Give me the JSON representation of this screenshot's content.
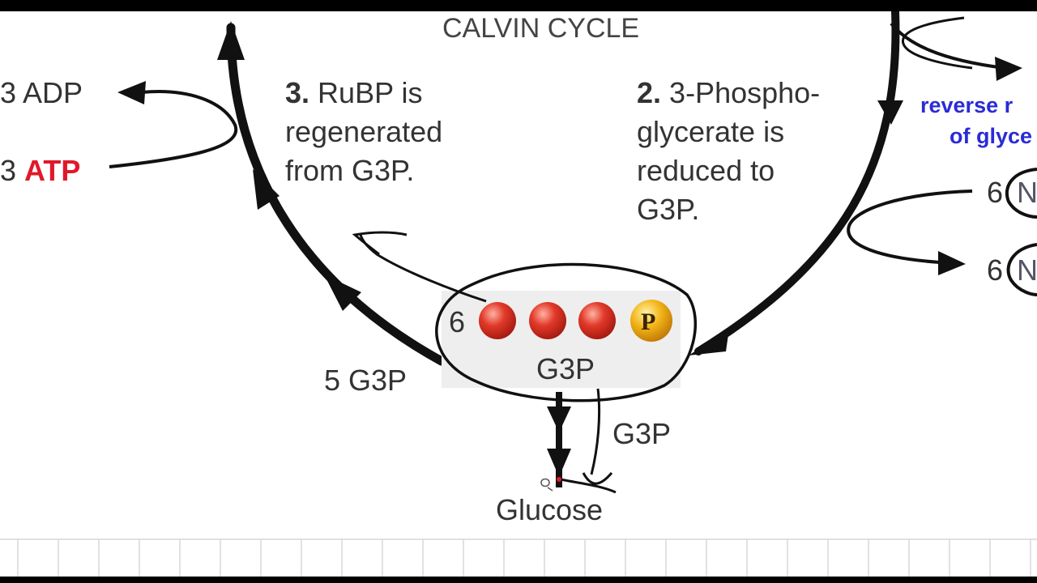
{
  "title": "CALVIN CYCLE",
  "left_labels": {
    "adp": "3 ADP",
    "atp_num": "3",
    "atp_word": "ATP"
  },
  "step3": {
    "number": "3.",
    "line1": "RuBP is",
    "line2": "regenerated",
    "line3": "from G3P."
  },
  "step2": {
    "number": "2.",
    "line1": "3-Phospho-",
    "line2": "glycerate is",
    "line3": "reduced to",
    "line4": "G3P."
  },
  "right_edge": {
    "line1": "reverse r",
    "line2": "of glyce",
    "six_top": "6",
    "n_top": "N",
    "six_bottom": "6",
    "n_bottom": "N"
  },
  "g3p_group": {
    "count": "6",
    "phosphate": "P",
    "label": "G3P"
  },
  "five_g3p": "5 G3P",
  "one_g3p": "G3P",
  "glucose": "Glucose",
  "colors": {
    "atp_red": "#e0192a",
    "sphere_red": "#e23a2a",
    "phosphate_yellow": "#f2b418",
    "reverse_blue": "#2b2bd6",
    "arrow_black": "#111111"
  }
}
